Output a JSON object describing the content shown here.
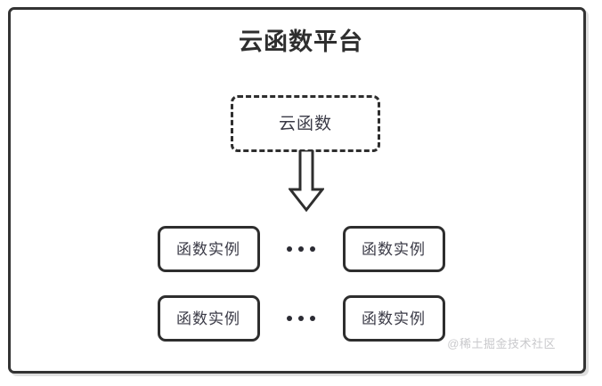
{
  "diagram": {
    "title": "云函数平台",
    "cloud_function": {
      "label": "云函数",
      "border_style": "dashed"
    },
    "arrow": {
      "icon": "down-block-arrow",
      "direction": "down"
    },
    "instance_rows": [
      {
        "left_instance": "函数实例",
        "ellipsis": "•••",
        "right_instance": "函数实例"
      },
      {
        "left_instance": "函数实例",
        "ellipsis": "•••",
        "right_instance": "函数实例"
      }
    ],
    "watermark": "@稀土掘金技术社区",
    "colors": {
      "stroke": "#2e2e2e",
      "title_text": "#2e2e2e",
      "label_text": "#3a3a46",
      "watermark_text": "#c9c9cc",
      "background": "#ffffff"
    }
  }
}
